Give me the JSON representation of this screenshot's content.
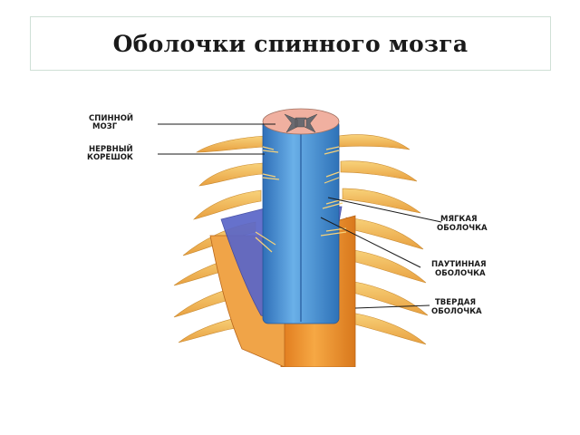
{
  "slide": {
    "title": "Оболочки спинного мозга"
  },
  "diagram": {
    "labels": {
      "spinal_cord": [
        "СПИННОЙ",
        "МОЗГ"
      ],
      "nerve_root": [
        "НЕРВНЫЙ",
        "КОРЕШОК"
      ],
      "pia_mater": [
        "МЯГКАЯ",
        "ОБОЛОЧКА"
      ],
      "arachnoid": [
        "ПАУТИННАЯ",
        "ОБОЛОЧКА"
      ],
      "dura_mater": [
        "ТВЕРДАЯ",
        "ОБОЛОЧКА"
      ]
    },
    "colors": {
      "nerve": "#f0b850",
      "dura": "#e8902a",
      "cord": "#3f8fd0",
      "arachnoid": "#5a66c8",
      "grey_matter": "#6a6a70",
      "white_matter": "#f0b0a0"
    }
  }
}
